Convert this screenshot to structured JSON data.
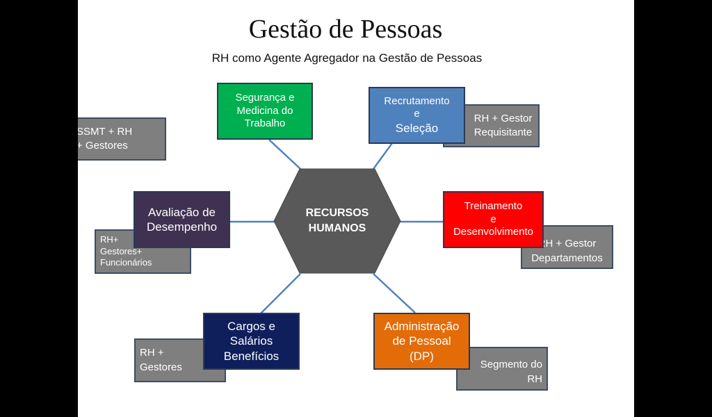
{
  "title": "Gestão de Pessoas",
  "subtitle": "RH como Agente Agregador na Gestão de Pessoas",
  "center": {
    "line1": "RECURSOS",
    "line2": "HUMANOS",
    "color": "#595959"
  },
  "areas": {
    "seguranca": {
      "lines": [
        "Segurança e",
        "Medicina do",
        "Trabalho"
      ],
      "color": "#00b050",
      "sub": [
        "SSMT + RH",
        "+ Gestores"
      ]
    },
    "recrutamento": {
      "lines": [
        "Recrutamento",
        "e",
        "Seleção"
      ],
      "color": "#4f81bd",
      "sub": [
        "RH + Gestor",
        "Requisitante"
      ]
    },
    "treinamento": {
      "lines": [
        "Treinamento",
        "e",
        "Desenvolvimento"
      ],
      "color": "#ff0000",
      "sub": [
        "RH + Gestor",
        "Departamentos"
      ]
    },
    "administracao": {
      "lines": [
        "Administração",
        "de Pessoal",
        "(DP)"
      ],
      "color": "#e36c09",
      "sub": [
        "Segmento do",
        "RH"
      ]
    },
    "cargos": {
      "lines": [
        "Cargos e",
        "Salários",
        "Benefícios"
      ],
      "color": "#0f1f5c",
      "sub": [
        "RH +",
        "Gestores"
      ]
    },
    "avaliacao": {
      "lines": [
        "Avaliação de",
        "Desempenho"
      ],
      "color": "#3f3151",
      "sub": [
        "RH+",
        "Gestores+",
        "Funcionários"
      ]
    }
  },
  "colors": {
    "sub_box": "#7f7f7f",
    "connector": "#4f81bd"
  }
}
